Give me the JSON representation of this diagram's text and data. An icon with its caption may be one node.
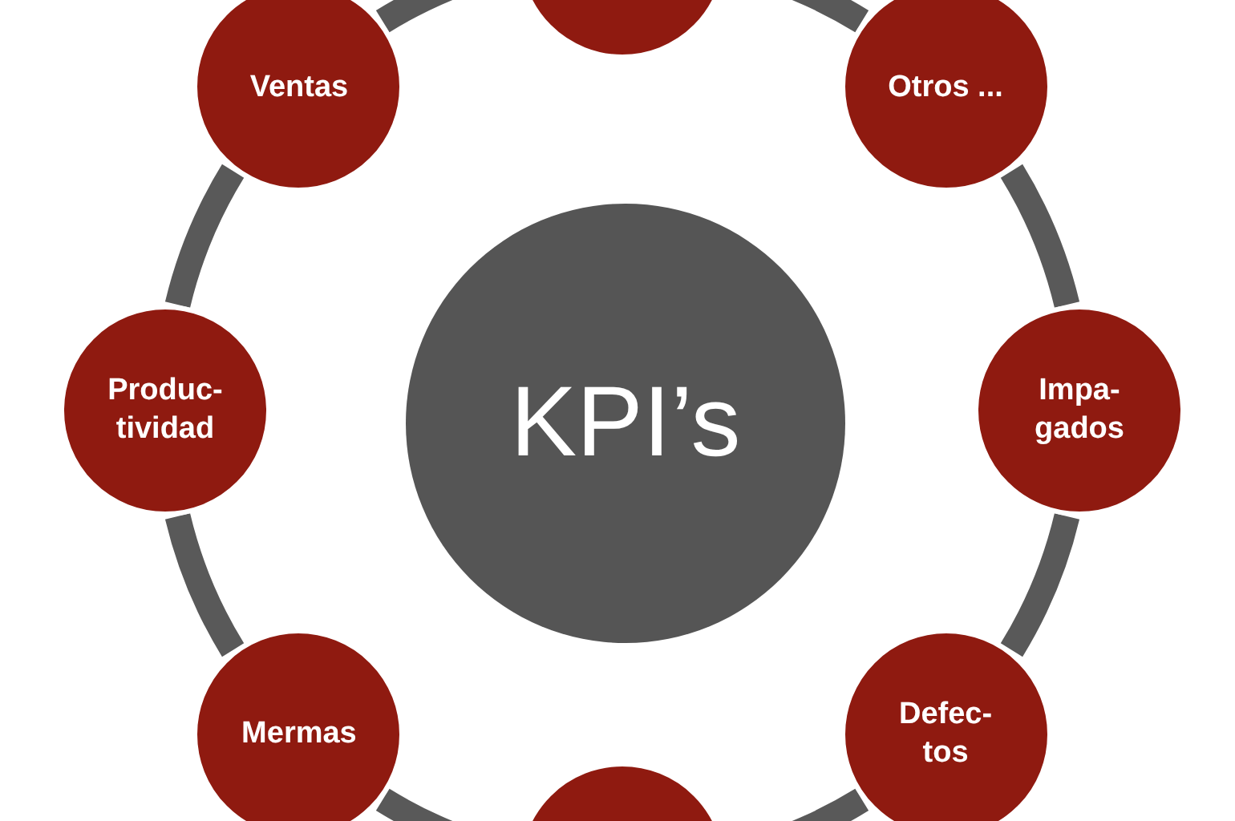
{
  "diagram": {
    "nodes": [
      {
        "text": [],
        "shape": "circle"
      },
      {
        "text": [
          "Ventas"
        ]
      },
      {
        "text": [
          "Otros ..."
        ]
      },
      {
        "text": [
          "Produc- tividad"
        ]
      },
      {
        "text": [
          "KPI’s"
        ]
      },
      {
        "text": [
          "Impa- gados"
        ]
      },
      {
        "text": [
          "Mermas"
        ]
      },
      {
        "text": [
          "Defec- tos"
        ]
      },
      {
        "text": [],
        "shape": "circle"
      }
    ],
    "edges": [
      {
        "from": 0,
        "to": 2,
        "arrow": "none"
      },
      {
        "from": 2,
        "to": 5,
        "arrow": "none"
      },
      {
        "from": 5,
        "to": 7,
        "arrow": "none"
      },
      {
        "from": 7,
        "to": 8,
        "arrow": "none"
      },
      {
        "from": 8,
        "to": 6,
        "arrow": "none"
      },
      {
        "from": 6,
        "to": 3,
        "arrow": "none"
      },
      {
        "from": 3,
        "to": 1,
        "arrow": "none"
      },
      {
        "from": 1,
        "to": 0,
        "arrow": "none"
      }
    ]
  }
}
